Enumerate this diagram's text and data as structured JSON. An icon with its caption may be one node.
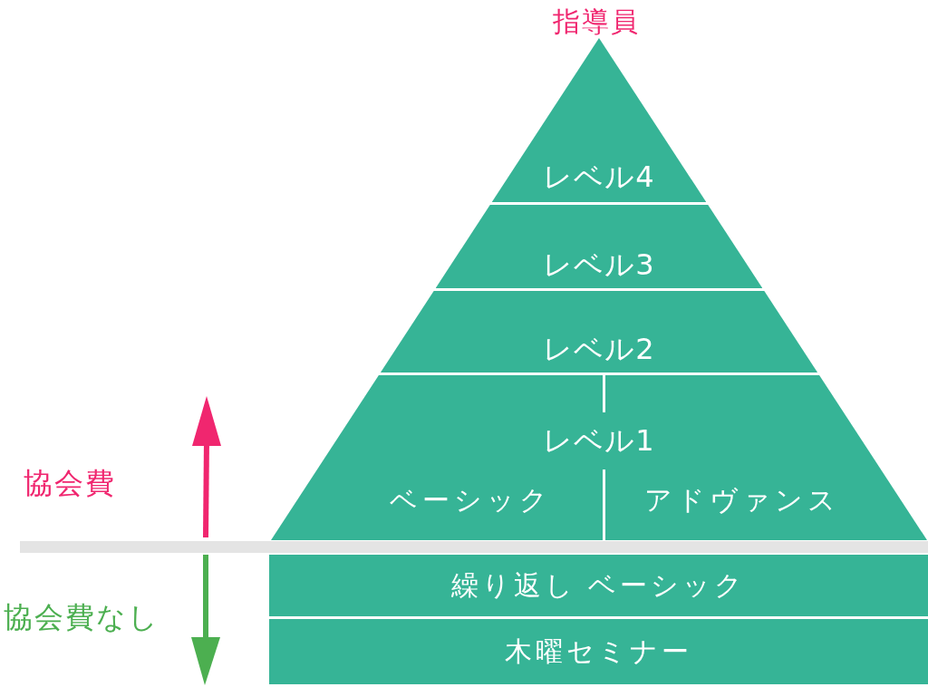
{
  "diagram": {
    "nodes": [
      {
        "text": [
          "レベル4"
        ]
      },
      {
        "text": [
          "レベル3"
        ]
      },
      {
        "text": [
          "レベル2"
        ]
      },
      {
        "text": [
          "レベル1"
        ]
      },
      {
        "text": [
          "ベーシック"
        ],
        "in": 3
      },
      {
        "text": [
          "アドヴァンス"
        ],
        "in": 3
      },
      {
        "text": [
          "繰り返し ベーシック"
        ]
      },
      {
        "text": [
          "木曜セミナー"
        ]
      }
    ],
    "edges": [],
    "labels": [
      "指導員",
      "協会費",
      "協会費なし"
    ]
  }
}
